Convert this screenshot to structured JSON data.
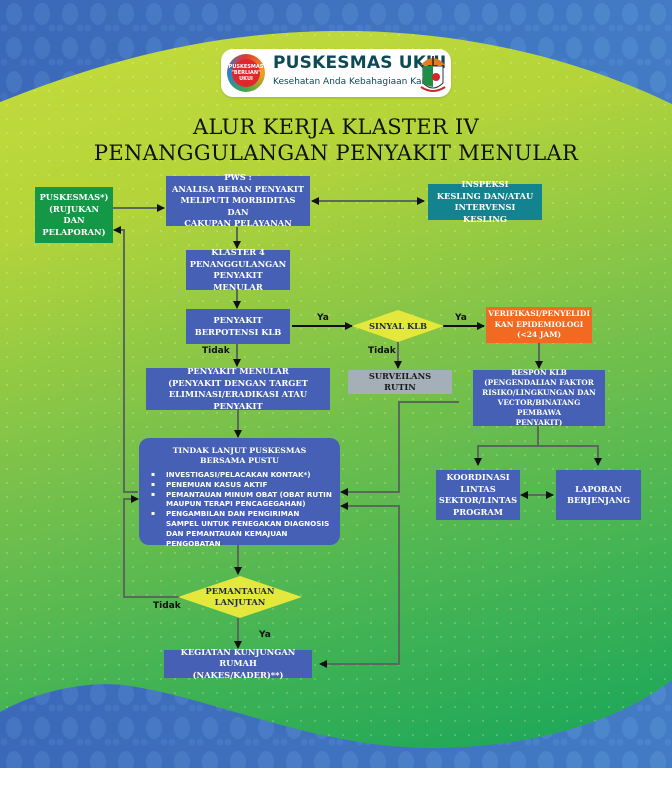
{
  "header": {
    "brand_name": "PUSKESMAS UKUI",
    "tagline": "Kesehatan Anda Kebahagiaan Kami",
    "left_logo_text": "PUSKESMAS \"BERLIAN\" UKUI",
    "title_line1": "ALUR KERJA KLASTER IV",
    "title_line2": "PENANGGULANGAN PENYAKIT MENULAR"
  },
  "colors": {
    "process_blue": "#4560b4",
    "puskesmas_green": "#149848",
    "kesling_teal": "#12838f",
    "verifikasi_orange": "#f26a21",
    "surveilans_grey": "#a4afb7",
    "decision_yellow": "#e4e83c",
    "brand_text": "#0b4a56"
  },
  "nodes": {
    "puskesmas": "PUSKESMAS*)\n(RUJUKAN DAN\nPELAPORAN)",
    "pws": "PWS :\nANALISA BEBAN PENYAKIT\nMELIPUTI MORBIDITAS DAN\nCAKUPAN PELAYANAN",
    "inspeksi": "INSPEKSI\nKESLING DAN/ATAU\nINTERVENSI KESLING",
    "klaster4": "KLASTER 4\nPENANGGULANGAN\nPENYAKIT MENULAR",
    "berpotensi": "PENYAKIT\nBERPOTENSI KLB",
    "sinyal_klb": "SINYAL KLB",
    "verifikasi": "VERIFIKASI/PENYELIDI\nKAN EPIDEMIOLOGI\n(<24 JAM)",
    "surveilans": "SURVEILANS RUTIN",
    "penyakit_menular": "PENYAKIT MENULAR\n(PENYAKIT DENGAN TARGET\nELIMINASI/ERADIKASI ATAU PENYAKIT",
    "respon_klb": "RESPON KLB\n(PENGENDALIAN FAKTOR\nRISIKO/LINGKUNGAN DAN\nVECTOR/BINATANG PEMBAWA\nPENYAKIT)",
    "tindak_lanjut": {
      "heading": "TINDAK LANJUT PUSKESMAS\nBERSAMA PUSTU",
      "items": [
        "INVESTIGASI/PELACAKAN KONTAK*)",
        "PENEMUAN KASUS AKTIF",
        "PEMANTAUAN MINUM OBAT (OBAT RUTIN MAUPUN TERAPI PENCAGEGAHAN)",
        "PENGAMBILAN DAN PENGIRIMAN SAMPEL UNTUK PENEGAKAN DIAGNOSIS DAN PEMANTAUAN KEMAJUAN PENGOBATAN"
      ]
    },
    "koordinasi": "KOORDINASI\nLINTAS\nSEKTOR/LINTAS\nPROGRAM",
    "laporan": "LAPORAN\nBERJENJANG",
    "pemantauan": "PEMANTAUAN\nLANJUTAN",
    "kunjungan": "KEGIATAN KUNJUNGAN RUMAH\n(NAKES/KADER)**)"
  },
  "edge_labels": {
    "ya_berpotensi": "Ya",
    "tidak_berpotensi": "Tidak",
    "ya_sinyal": "Ya",
    "tidak_sinyal": "Tidak",
    "tidak_pemantauan": "Tidak",
    "ya_pemantauan": "Ya"
  }
}
